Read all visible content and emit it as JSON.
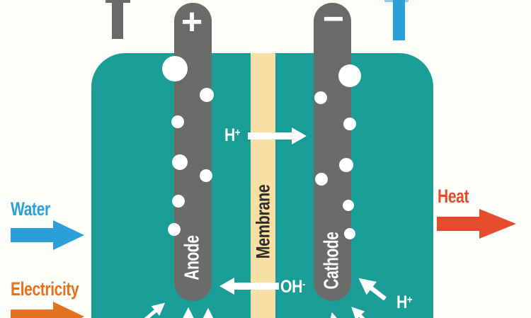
{
  "colors": {
    "background": "#FBFDF8",
    "vessel": "#1A9D96",
    "electrode": "#6A6A68",
    "membrane": "#F8E0A5",
    "water_blue": "#2D9FD8",
    "water_blue_light": "#8FCBEB",
    "electricity_orange": "#E5721E",
    "heat_red": "#E64B2B",
    "bubble_white": "#FFFFFF",
    "membrane_text": "#2E2D2C"
  },
  "electrodes": {
    "anode": {
      "label": "Anode",
      "terminal": "+"
    },
    "cathode": {
      "label": "Cathode",
      "terminal": "−"
    }
  },
  "membrane": {
    "label": "Membrane"
  },
  "flows": {
    "water": {
      "label": "Water"
    },
    "electricity": {
      "label": "Electricity"
    },
    "heat": {
      "label": "Heat"
    }
  },
  "ions": {
    "proton_top": {
      "base": "H",
      "sup": "+"
    },
    "hydroxide": {
      "base": "OH",
      "sup": "-"
    },
    "proton_bottom": {
      "base": "H",
      "sup": "+"
    }
  }
}
